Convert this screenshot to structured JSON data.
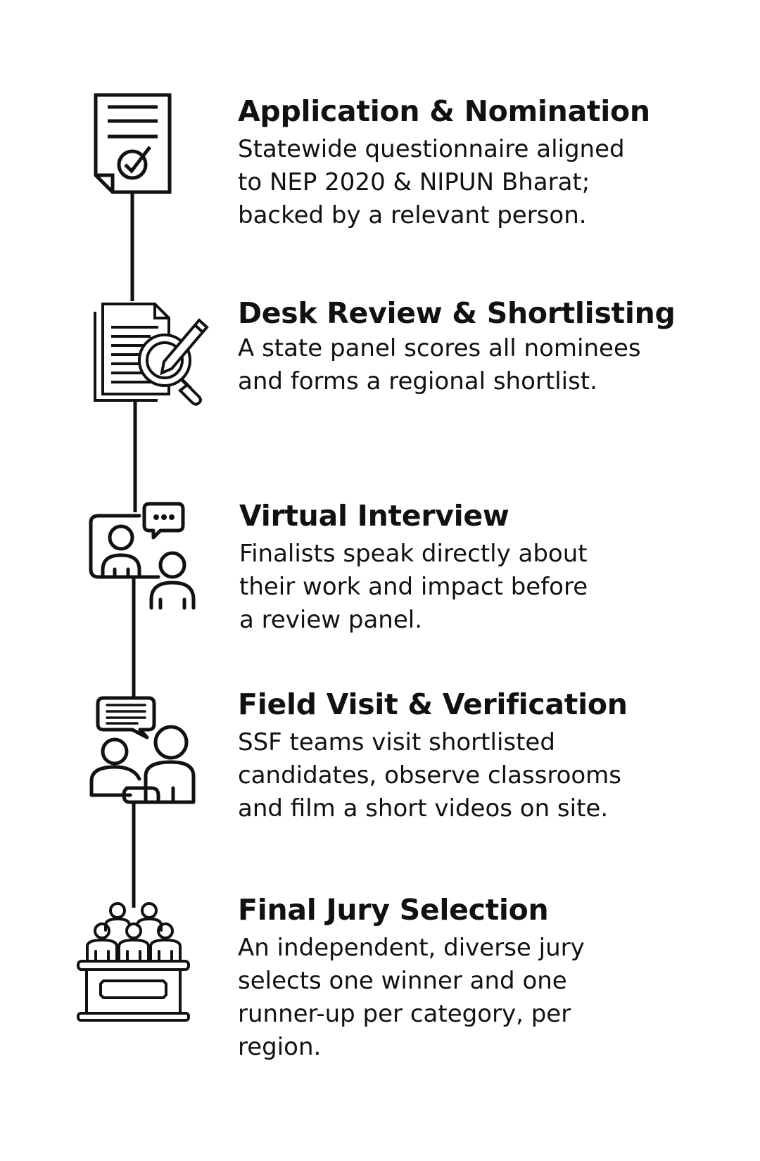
{
  "steps": [
    {
      "title": "Application & Nomination",
      "icon": "document-check-icon",
      "lines": [
        "Statewide questionnaire aligned",
        "to NEP 2020 & NIPUN Bharat;",
        "backed by a relevant person."
      ]
    },
    {
      "title": "Desk Review & Shortlisting",
      "icon": "document-magnifier-pencil-icon",
      "lines": [
        "A state panel scores all nominees",
        "and forms a regional shortlist."
      ]
    },
    {
      "title": "Virtual Interview",
      "icon": "video-interview-icon",
      "lines": [
        "Finalists speak directly about",
        "their work and impact before",
        "a review panel."
      ]
    },
    {
      "title": "Field Visit & Verification",
      "icon": "two-people-conversation-icon",
      "lines": [
        "SSF teams visit shortlisted",
        "candidates, observe classrooms",
        "and film a short videos on site."
      ]
    },
    {
      "title": "Final Jury Selection",
      "icon": "jury-panel-icon",
      "lines": [
        "An independent, diverse jury",
        "selects one winner and one",
        "runner-up per category, per",
        "region."
      ]
    }
  ],
  "colors": {
    "ink": "#111111",
    "background": "#ffffff"
  }
}
